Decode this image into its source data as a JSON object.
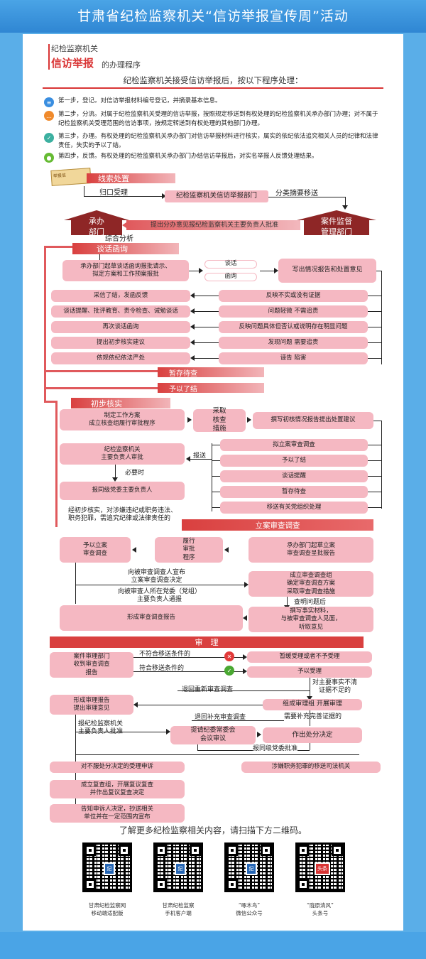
{
  "header": {
    "title": "甘肃省纪检监察机关“信访举报宣传周”活动"
  },
  "intro": {
    "sub1": "纪检监察机关",
    "sub2a": "信访举报",
    "sub2b": "的办理程序",
    "banner": "纪检监察机关接受信访举报后，按以下程序处理：",
    "steps": [
      {
        "icon": "document-icon",
        "color": "#3a8ee0",
        "text": "第一步，登记。对信访举报材料编号登记，并摘录基本信息。"
      },
      {
        "icon": "chat-icon",
        "color": "#f08a2c",
        "text": "第二步，分流。对属于纪检监察机关受理的信访举报，按照规定移送到有权处理的纪检监察机关承办部门办理；对不属于纪检监察机关受理范围的信访事项，按规定转送到有权处理的其他部门办理。"
      },
      {
        "icon": "check-icon",
        "color": "#3cb0a0",
        "text": "第三步，办理。有权处理的纪检监察机关承办部门对信访举报材料进行核实，属实的依纪依法追究相关人员的纪律和法律责任，失实的予以了结。"
      },
      {
        "icon": "person-icon",
        "color": "#66bb33",
        "text": "第四步，反馈。有权处理的纪检监察机关承办部门办结信访举报后，对实名举报人反馈处理结果。"
      }
    ]
  },
  "flow": {
    "envelope": "举报信",
    "xiansuo": "线索处置",
    "guikou": "归口受理",
    "jieshou": "纪检监察机关信访举报部门",
    "fenlei": "分类摘要移送",
    "chengban": "承办\n部门",
    "anjian": "案件监督\n管理部门",
    "tichu": "提出分办意见报纪检监察机关主要负责人批准",
    "zonghe": "综合分析",
    "tanhua": "谈话函询",
    "qicao": "承办部门起草谈话函询报批请示、\n拟定方案和工作预案报批",
    "tanhua2": "谈话",
    "hanxun": "函询",
    "xiechu": "写出情况报告和处置意见",
    "left1": [
      "采信了结，发函反馈",
      "谈话提醒、批评教育、责令检查、诫勉谈话",
      "再次谈话函询",
      "提出初步核实建议",
      "依规依纪依法严处"
    ],
    "right1": [
      "反映不实或没有证据",
      "问题轻微 不需追责",
      "反映问题具体但否认或说明存在明显问题",
      "发现问题 需要追责",
      "诬告 陷害"
    ],
    "zancun": "暂存待查",
    "yuyi": "予以了结",
    "chubu": "初步核实",
    "zhiding": "制定工作方案\n成立核查组履行审批程序",
    "caiqu": "采取\n核查\n措施",
    "zhuanxie": "撰写初核情况报告提出处置建议",
    "jiguan1": "纪检监察机关\n主要负责人审批",
    "baosong": "报送",
    "biyao": "必要时",
    "baotong": "报同级党委主要负责人",
    "right2": [
      "拟立案审查调查",
      "予以了结",
      "谈话提醒",
      "暂存待查",
      "移送有关党组织处理"
    ],
    "jing": "经初步核实，对涉嫌违纪或职务违法、\n职务犯罪，需追究纪律或法律责任的",
    "lian": "立案审查调查",
    "yuyi_lian": "予以立案\n审查调查",
    "lvxing": "履行\n审批\n程序",
    "chengban2": "承办部门起草立案\n审查调查呈批报告",
    "xiang1": "向被审查调查人宣布\n立案审查调查决定",
    "chengli": "成立审查调查组\n确定审查调查方案\n采取审查调查措施",
    "xiang2": "向被审查人所在党委（党组）\n主要负责人通报",
    "chaming": "查明问题后",
    "xingcheng": "形成审查调查报告",
    "zhuanxie2": "撰写事实材料，\n与被审查调查人见面，\n听取意见",
    "shenli": "审　理",
    "shouzhi": "案件审理部门\n收到审查调查\n报告",
    "bufuhe": "不符合移送条件的",
    "zanhuan": "暂缓受理或者不予受理",
    "fuhe": "符合移送条件的",
    "yuyi_shou": "予以受理",
    "duizhu": "对主要事实不清\n证据不足的",
    "tuihui": "退回重新审查调查",
    "zucheng": "组成审理组 开展审理",
    "xingcheng2": "形成审理报告\n提出审理意见",
    "xuyao": "需要补充完善证据的",
    "tuihui2": "退回补充审查调查",
    "baoji": "报纪检监察机关\n主要负责人批准",
    "tiqing": "提请纪委常委会\n会议审议",
    "zuochu": "作出处分决定",
    "baotongji": "报同级党委批准",
    "bufu": "对不服处分决定的受理申诉",
    "shexian": "涉嫌职务犯罪的移送司法机关",
    "fuyi": "成立复查组，开展复议复查\n并作出复议复查决定",
    "gaozhi": "告知申诉人决定，抄送相关\n单位并在一定范围内宣布"
  },
  "footer": {
    "more": "了解更多纪检监察相关内容，请扫描下方二维码。",
    "qrs": [
      {
        "caption": "甘肃纪检监察网\n移动端适配版",
        "logo": "纪"
      },
      {
        "caption": "甘肃纪检监察\n手机客户端",
        "logo": "纪"
      },
      {
        "caption": "“啄木鸟”\n微信公众号",
        "logo": "纪"
      },
      {
        "caption": "“陇原清风”\n头条号",
        "logo": "头条"
      }
    ]
  },
  "colors": {
    "accent": "#2f86d3",
    "flow_red": "#e0595c",
    "box_pink": "#f5b8c2",
    "dept_brown": "#8e2626"
  }
}
